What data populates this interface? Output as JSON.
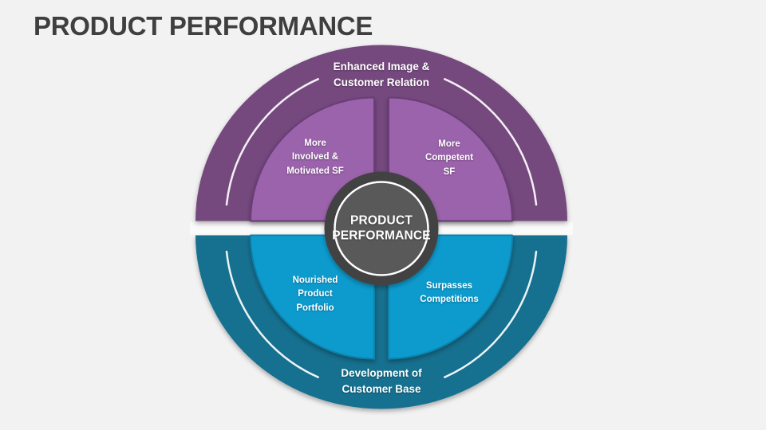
{
  "slide": {
    "title": "PRODUCT PERFORMANCE",
    "background_color": "#f2f2f2",
    "title_color": "#3f3f3f"
  },
  "diagram": {
    "center_hub": {
      "label": "PRODUCT\nPERFORMANCE",
      "outer_color": "#434343",
      "inner_color": "#595959",
      "ring_color": "#ffffff"
    },
    "halves": {
      "top": {
        "label": "Enhanced Image &\nCustomer Relation",
        "color": "#744a7e"
      },
      "bottom": {
        "label": "Development of\nCustomer Base",
        "color": "#17708f"
      }
    },
    "quadrants": {
      "top_left": {
        "label": "More\nInvolved &\nMotivated SF",
        "color": "#9b64ab"
      },
      "top_right": {
        "label": "More\nCompetent\nSF",
        "color": "#9b64ab"
      },
      "bottom_left": {
        "label": "Nourished\nProduct\nPortfolio",
        "color": "#0a9bce"
      },
      "bottom_right": {
        "label": "Surpasses\nCompetitions",
        "color": "#0a9bce"
      }
    },
    "arc_color": "#ffffff",
    "label_text_color": "#ffffff"
  }
}
